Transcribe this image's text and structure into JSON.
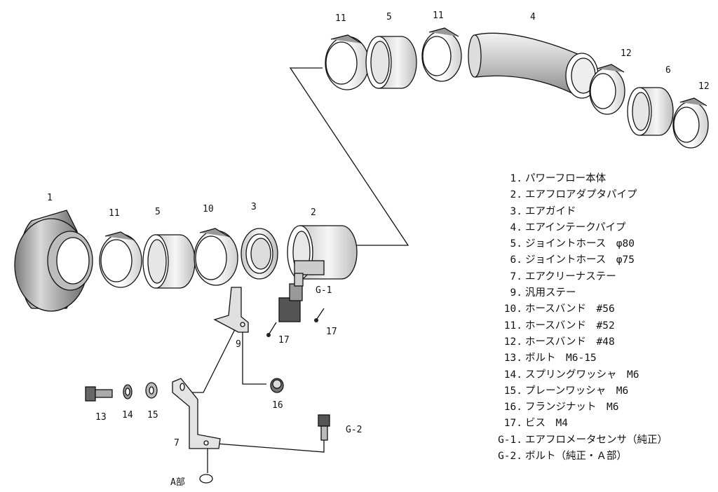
{
  "callouts": {
    "p11a": "11",
    "p5a": "5",
    "p11b": "11",
    "p4": "4",
    "p12a": "12",
    "p6": "6",
    "p12b": "12",
    "p1": "1",
    "p11c": "11",
    "p5b": "5",
    "p10": "10",
    "p3": "3",
    "p2": "2",
    "g1": "G-1",
    "p17a": "17",
    "p17b": "17",
    "p9": "9",
    "p16": "16",
    "p13": "13",
    "p14": "14",
    "p15": "15",
    "p7": "7",
    "g2": "G-2",
    "a_part": "A部"
  },
  "legend": [
    {
      "index": "1.",
      "text": "パワーフロー本体"
    },
    {
      "index": "2.",
      "text": "エアフロアダプタパイプ"
    },
    {
      "index": "3.",
      "text": "エアガイド"
    },
    {
      "index": "4.",
      "text": "エアインテークパイプ"
    },
    {
      "index": "5.",
      "text": "ジョイントホース　φ80"
    },
    {
      "index": "6.",
      "text": "ジョイントホース　φ75"
    },
    {
      "index": "7.",
      "text": "エアクリーナステー"
    },
    {
      "index": "9.",
      "text": "汎用ステー"
    },
    {
      "index": "10.",
      "text": "ホースバンド　#56"
    },
    {
      "index": "11.",
      "text": "ホースバンド　#52"
    },
    {
      "index": "12.",
      "text": "ホースバンド　#48"
    },
    {
      "index": "13.",
      "text": "ボルト　M6-15"
    },
    {
      "index": "14.",
      "text": "スプリングワッシャ　M6"
    },
    {
      "index": "15.",
      "text": "プレーンワッシャ　M6"
    },
    {
      "index": "16.",
      "text": "フランジナット　M6"
    },
    {
      "index": "17.",
      "text": "ビス　M4"
    },
    {
      "index": "G-1.",
      "text": "エアフロメータセンサ（純正）"
    },
    {
      "index": "G-2.",
      "text": "ボルト（純正・Ａ部）"
    }
  ]
}
